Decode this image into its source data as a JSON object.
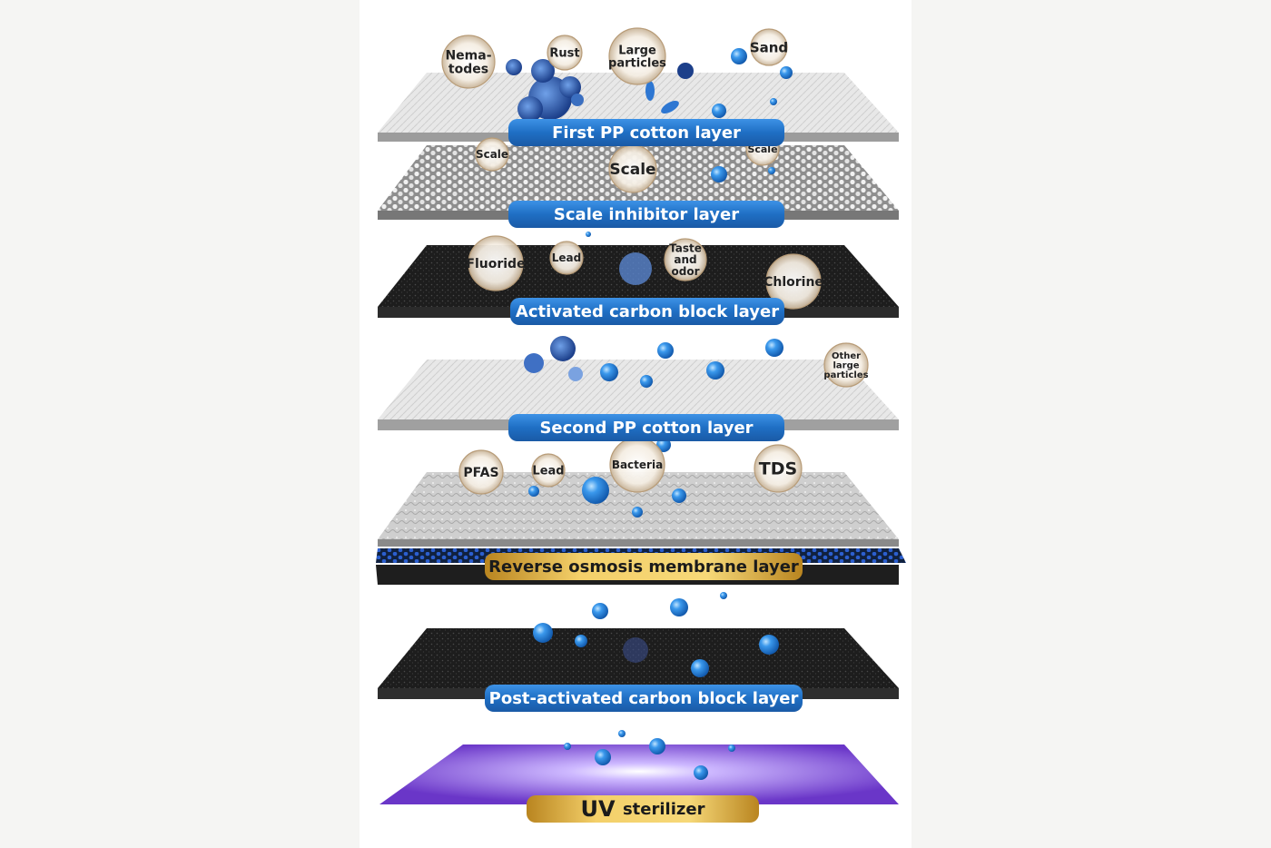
{
  "layers": [
    {
      "id": "first-pp",
      "label": "First PP cotton layer",
      "style": "blue"
    },
    {
      "id": "scale-inhibitor",
      "label": "Scale inhibitor layer",
      "style": "blue"
    },
    {
      "id": "activated-carbon",
      "label": "Activated carbon block layer",
      "style": "blue"
    },
    {
      "id": "second-pp",
      "label": "Second PP cotton layer",
      "style": "blue"
    },
    {
      "id": "ro-membrane",
      "label": "Reverse osmosis membrane layer",
      "style": "gold"
    },
    {
      "id": "post-carbon",
      "label": "Post-activated carbon block layer",
      "style": "blue"
    },
    {
      "id": "uv",
      "label_mark": "UV",
      "label": "sterilizer",
      "style": "gold"
    }
  ],
  "contaminants": {
    "nematodes": "Nema-\ntodes",
    "rust": "Rust",
    "large_particles": "Large\nparticles",
    "sand": "Sand",
    "scale_left": "Scale",
    "scale_center": "Scale",
    "scale_right": "Scale",
    "fluoride": "Fluoride",
    "lead_1": "Lead",
    "taste_odor": "Taste\nand\nodor",
    "chlorine": "Chlorine",
    "other_large_particles": "Other\nlarge\nparticles",
    "pfas": "PFAS",
    "lead_2": "Lead",
    "bacteria": "Bacteria",
    "tds": "TDS"
  },
  "colors": {
    "label_blue": "#1f6fc4",
    "label_gold": "#d4a832",
    "water_drop": "#1e7fd8",
    "germ_blue": "#2b5fb0",
    "uv_purple": "#7a4fd0"
  }
}
